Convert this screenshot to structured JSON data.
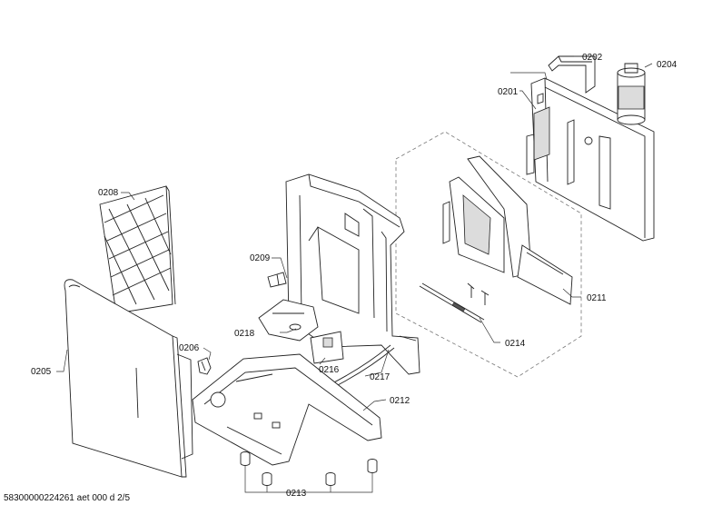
{
  "document_id": "58300000224261 aet 000 d 2/5",
  "labels": {
    "p0201": "0201",
    "p0202": "0202",
    "p0204": "0204",
    "p0205": "0205",
    "p0206": "0206",
    "p0208": "0208",
    "p0209": "0209",
    "p0211": "0211",
    "p0212": "0212",
    "p0213": "0213",
    "p0214": "0214",
    "p0216": "0216",
    "p0217": "0217",
    "p0218": "0218"
  }
}
